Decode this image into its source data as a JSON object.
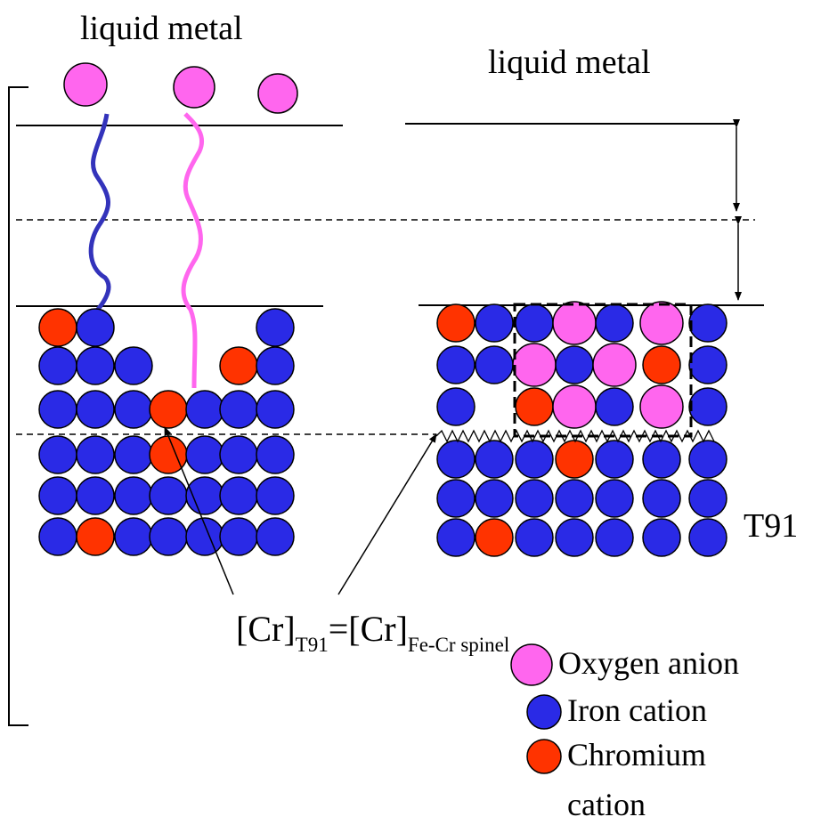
{
  "labels": {
    "liquid_metal_left": "liquid metal",
    "liquid_metal_right": "liquid metal",
    "substrate": "T91",
    "equation_lhs": "[Cr]",
    "equation_lhs_sub": "T91",
    "equation_eq": "=",
    "equation_rhs": "[Cr]",
    "equation_rhs_sub": "Fe-Cr spinel"
  },
  "legend": [
    {
      "species": "oxygen",
      "label": "Oxygen anion",
      "color": "#ff66ee"
    },
    {
      "species": "iron",
      "label": "Iron cation",
      "color": "#2a2ae6"
    },
    {
      "species": "chromium",
      "label": "Chromium",
      "label2": "cation",
      "color": "#ff3300"
    }
  ],
  "colors": {
    "oxygen": "#ff66ee",
    "iron": "#2a2ae6",
    "chromium": "#ff3300",
    "iron_diffusion_path": "#3333bb",
    "oxygen_diffusion_path": "#ff66ee",
    "outline": "#000000"
  },
  "atoms_legend_key": {
    "O": "oxygen",
    "F": "iron",
    "C": "chromium"
  },
  "left_panel": {
    "top_oxygen_atoms": [
      "oxygen",
      "oxygen",
      "oxygen"
    ],
    "lattice_rows": [
      "C F . . . . F",
      "F F F . . C F",
      "F F F C F F F",
      "F F F C F F F",
      "F F F F F F F",
      "F C F F F F F"
    ]
  },
  "right_panel": {
    "lattice_rows": [
      "C F F O F O F",
      "F F O F O C F",
      "F . C O F O F",
      "F F F C F F F",
      "F F F F F F F",
      "F C F F F F F"
    ]
  }
}
